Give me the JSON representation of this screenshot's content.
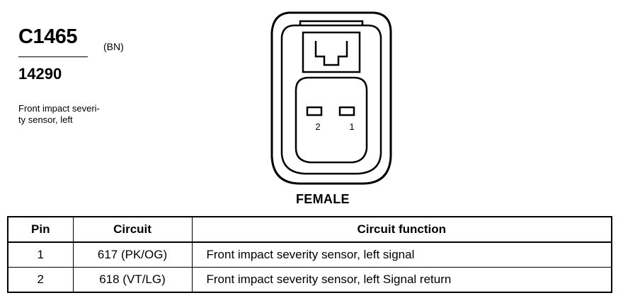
{
  "connector": {
    "id": "C1465",
    "color_code": "(BN)",
    "part_number": "14290",
    "description_line1": "Front impact severi-",
    "description_line2": "ty sensor, left",
    "gender": "FEMALE",
    "pin_labels": [
      "2",
      "1"
    ]
  },
  "table": {
    "headers": [
      "Pin",
      "Circuit",
      "Circuit function"
    ],
    "rows": [
      {
        "pin": "1",
        "circuit": "617 (PK/OG)",
        "function": "Front impact severity sensor, left signal"
      },
      {
        "pin": "2",
        "circuit": "618 (VT/LG)",
        "function": "Front impact severity sensor, left Signal return"
      }
    ]
  }
}
